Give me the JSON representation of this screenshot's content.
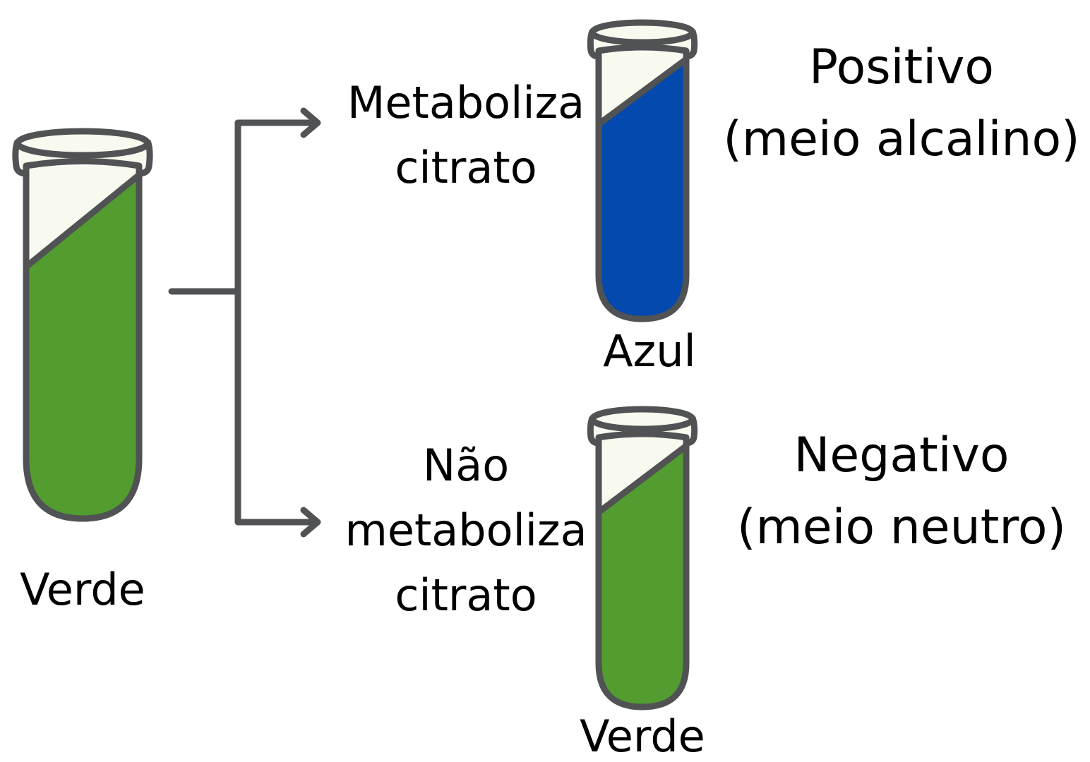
{
  "source_tube": {
    "caption": "Verde",
    "liquid_color": "#529c30"
  },
  "branch_positive": {
    "step_lines": [
      "Metaboliza",
      "citrato"
    ],
    "tube_caption": "Azul",
    "liquid_color": "#0349ae",
    "result_lines": [
      "Positivo",
      "(meio alcalino)"
    ]
  },
  "branch_negative": {
    "step_lines": [
      "Não",
      "metaboliza",
      "citrato"
    ],
    "tube_caption": "Verde",
    "liquid_color": "#529c30",
    "result_lines": [
      "Negativo",
      "(meio neutro)"
    ]
  },
  "colors": {
    "outline": "#505254",
    "empty_tube": "#f8f9ef",
    "arrow": "#505254"
  }
}
